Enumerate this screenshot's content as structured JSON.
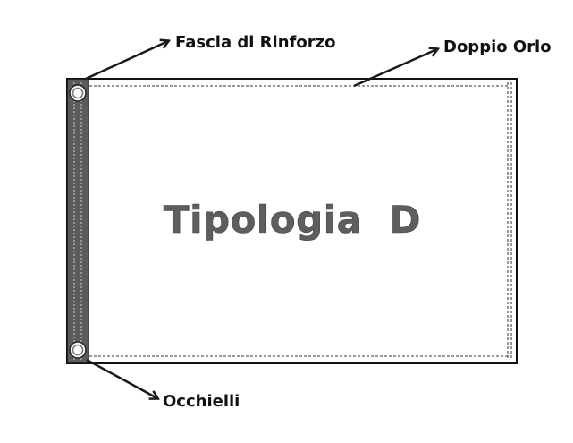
{
  "center_title": "Tipologia  D",
  "labels": {
    "reinforcement_band": "Fascia di Rinforzo",
    "double_hem": "Doppio Orlo",
    "eyelets": "Occhielli"
  },
  "colors": {
    "outline": "#111111",
    "band": "#5b5b5b",
    "title": "#5e5e5e",
    "arrow": "#1a1a1a",
    "eyelet_ring": "#cfcfcf",
    "background": "#ffffff"
  },
  "icons": {
    "eyelet": "eyelet-icon",
    "arrow": "arrow-icon"
  }
}
